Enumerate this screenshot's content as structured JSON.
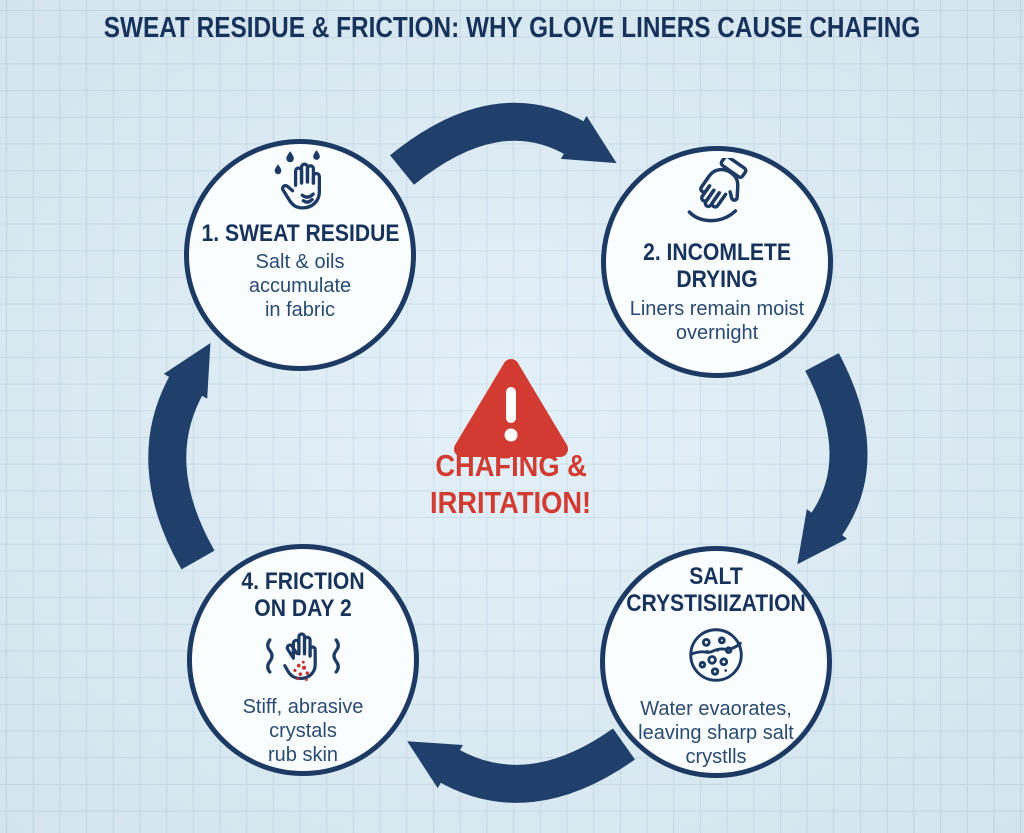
{
  "title": "SWEAT RESIDUE & FRICTION: WHY GLOVE LINERS CAUSE CHAFING",
  "colors": {
    "navy": "#1c3a63",
    "arrow_navy": "#20406b",
    "red": "#d23b31",
    "background": "#dcecf5",
    "grid_line": "#c3d9e6",
    "circle_fill": "#fafdfe"
  },
  "center_warning": {
    "icon": "warning-triangle-icon",
    "line1": "CHAFING &",
    "line2": "IRRITATION!"
  },
  "steps": [
    {
      "name": "sweat-residue",
      "icon": "sweaty-hand-icon",
      "title_lines": [
        "1. SWEAT RESIDUE"
      ],
      "body_lines": [
        "Salt & oils",
        "accumulate",
        "in fabric"
      ]
    },
    {
      "name": "incomplete-drying",
      "icon": "glove-wipe-icon",
      "title_lines": [
        "2. INCOMLETE",
        "DRYING"
      ],
      "body_lines": [
        "Liners remain moist",
        "overnight"
      ]
    },
    {
      "name": "salt-crystallization",
      "icon": "salt-crystals-icon",
      "title_lines": [
        "SALT",
        "CRYSTISIIZATION"
      ],
      "body_lines": [
        "Water evaorates,",
        "leaving sharp salt",
        "crystlls"
      ]
    },
    {
      "name": "friction-on-day-2",
      "icon": "irritated-hand-icon",
      "title_lines": [
        "4. FRICTION",
        "ON DAY 2"
      ],
      "body_lines": [
        "Stiff, abrasive",
        "crystals",
        "rub skin"
      ]
    }
  ]
}
